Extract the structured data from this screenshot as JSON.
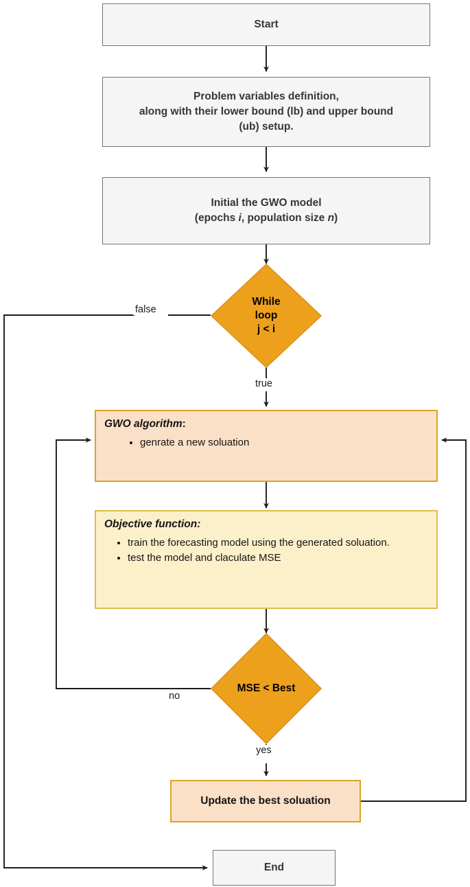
{
  "diagram": {
    "title": "GWO optimization flowchart",
    "colors": {
      "grey_fill": "#f5f5f5",
      "grey_border": "#737373",
      "peach_fill": "#fbe0c8",
      "peach_border": "#d9a520",
      "yellow_fill": "#fcf0ca",
      "yellow_border": "#dcbc4c",
      "diamond_fill": "#eda01c",
      "diamond_border": "#d9941a",
      "line": "#1b1b1b"
    }
  },
  "nodes": {
    "start": {
      "label": "Start"
    },
    "problem": {
      "line1": "Problem variables definition,",
      "line2": "along with their lower bound (lb) and upper bound",
      "line3": "(ub) setup."
    },
    "init": {
      "line1": "Initial the GWO model",
      "line2_pre": "(epochs ",
      "line2_i": "i",
      "line2_mid": ", population size ",
      "line2_n": "n",
      "line2_post": ")"
    },
    "while_loop": {
      "line1": "While",
      "line2": "loop",
      "line3": "j < i"
    },
    "gwo_algorithm": {
      "title": "GWO algorithm",
      "title_colon": ":",
      "bullets": [
        "genrate a new soluation"
      ]
    },
    "objective_function": {
      "title": "Objective function:",
      "bullets": [
        "train the forecasting model using the generated soluation.",
        "test the model and claculate MSE"
      ]
    },
    "mse_check": {
      "label": "MSE < Best"
    },
    "update_best": {
      "label": "Update the best soluation"
    },
    "end": {
      "label": "End"
    }
  },
  "edge_labels": {
    "false": "false",
    "true": "true",
    "no": "no",
    "yes": "yes"
  }
}
